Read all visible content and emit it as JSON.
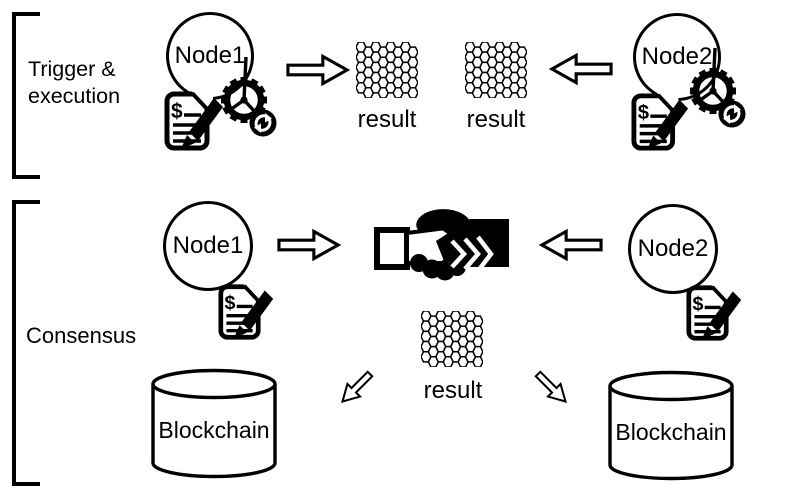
{
  "sections": {
    "trigger": {
      "label_line1": "Trigger &",
      "label_line2": "execution",
      "node_left": "Node1",
      "node_right": "Node2",
      "result_left": "result",
      "result_right": "result"
    },
    "consensus": {
      "label": "Consensus",
      "node_left": "Node1",
      "node_right": "Node2",
      "result": "result",
      "blockchain_left": "Blockchain",
      "blockchain_right": "Blockchain"
    }
  },
  "colors": {
    "ink": "#000000",
    "background": "#ffffff"
  },
  "icons": {
    "contract_dollar_glyph": "$",
    "smart_contract": "smart-contract-document-with-pen-icon",
    "execution_gears": "gear-with-clock-hands-and-sync-icon",
    "handshake": "handshake-agreement-icon",
    "honeycomb": "hashed-result-honeycomb-icon",
    "blockchain_cylinder": "database-cylinder-icon",
    "block_arrow": "hollow-block-arrow-icon"
  }
}
